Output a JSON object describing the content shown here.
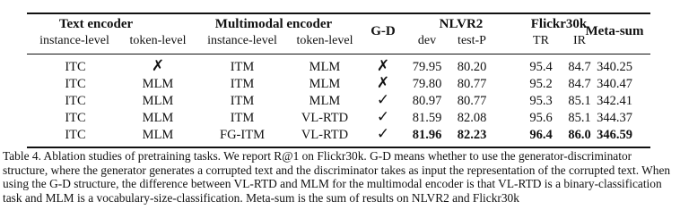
{
  "table": {
    "groups": {
      "text_encoder": "Text encoder",
      "multimodal_encoder": "Multimodal encoder",
      "gd": "G-D",
      "nlvr2": "NLVR2",
      "flickr30k": "Flickr30k",
      "meta_sum": "Meta-sum"
    },
    "subheaders": {
      "text_instance": "instance-level",
      "text_token": "token-level",
      "mm_instance": "instance-level",
      "mm_token": "token-level",
      "nlvr2_dev": "dev",
      "nlvr2_test": "test-P",
      "flickr_tr": "TR",
      "flickr_ir": "IR"
    },
    "rows": [
      {
        "ti": "ITC",
        "tt": "✗",
        "mi": "ITM",
        "mt": "MLM",
        "gd": "✗",
        "dev": "79.95",
        "test": "80.20",
        "tr": "95.4",
        "ir": "84.7",
        "meta": "340.25"
      },
      {
        "ti": "ITC",
        "tt": "MLM",
        "mi": "ITM",
        "mt": "MLM",
        "gd": "✗",
        "dev": "79.80",
        "test": "80.77",
        "tr": "95.2",
        "ir": "84.7",
        "meta": "340.47"
      },
      {
        "ti": "ITC",
        "tt": "MLM",
        "mi": "ITM",
        "mt": "MLM",
        "gd": "✓",
        "dev": "80.97",
        "test": "80.77",
        "tr": "95.3",
        "ir": "85.1",
        "meta": "342.41"
      },
      {
        "ti": "ITC",
        "tt": "MLM",
        "mi": "ITM",
        "mt": "VL-RTD",
        "gd": "✓",
        "dev": "81.59",
        "test": "82.08",
        "tr": "95.6",
        "ir": "85.1",
        "meta": "344.37"
      },
      {
        "ti": "ITC",
        "tt": "MLM",
        "mi": "FG-ITM",
        "mt": "VL-RTD",
        "gd": "✓",
        "dev": "81.96",
        "test": "82.23",
        "tr": "96.4",
        "ir": "86.0",
        "meta": "346.59"
      }
    ]
  },
  "caption": "Table 4. Ablation studies of pretraining tasks. We report R@1 on Flickr30k. G-D means whether to use the generator-discriminator structure, where the generator generates a corrupted text and the discriminator takes as input the representation of the corrupted text. When using the G-D structure, the difference between VL-RTD and MLM for the multimodal encoder is that VL-RTD is a binary-classification task and MLM is a vocabulary-size-classification. Meta-sum is the sum of results on NLVR2 and Flickr30k"
}
